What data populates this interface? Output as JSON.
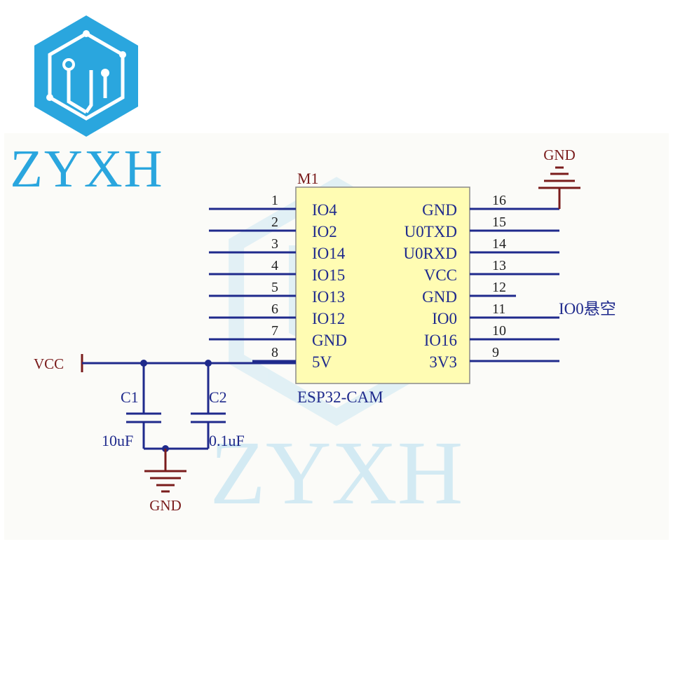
{
  "brand": {
    "name": "ZYXH",
    "watermark": "ZYXH",
    "color": "#2aa6de",
    "watermark_color": "#cde8f3"
  },
  "colors": {
    "wire": "#1f2a8c",
    "label": "#7a1c1c",
    "chip_fill": "#fffcb3",
    "chip_stroke": "#8a8a8a",
    "pin_number": "#222222",
    "node": "#1f2a8c"
  },
  "module": {
    "designator": "M1",
    "part": "ESP32-CAM",
    "left_pins": [
      {
        "num": "1",
        "name": "IO4"
      },
      {
        "num": "2",
        "name": "IO2"
      },
      {
        "num": "3",
        "name": "IO14"
      },
      {
        "num": "4",
        "name": "IO15"
      },
      {
        "num": "5",
        "name": "IO13"
      },
      {
        "num": "6",
        "name": "IO12"
      },
      {
        "num": "7",
        "name": "GND"
      },
      {
        "num": "8",
        "name": "5V"
      }
    ],
    "right_pins": [
      {
        "num": "16",
        "name": "GND"
      },
      {
        "num": "15",
        "name": "U0TXD"
      },
      {
        "num": "14",
        "name": "U0RXD"
      },
      {
        "num": "13",
        "name": "VCC"
      },
      {
        "num": "12",
        "name": "GND"
      },
      {
        "num": "11",
        "name": "IO0"
      },
      {
        "num": "10",
        "name": "IO16"
      },
      {
        "num": "9",
        "name": "3V3"
      }
    ]
  },
  "power": {
    "vcc_label": "VCC",
    "gnd_top_label": "GND",
    "gnd_bottom_label": "GND"
  },
  "capacitors": [
    {
      "ref": "C1",
      "value": "10uF"
    },
    {
      "ref": "C2",
      "value": "0.1uF"
    }
  ],
  "note": "IO0悬空"
}
